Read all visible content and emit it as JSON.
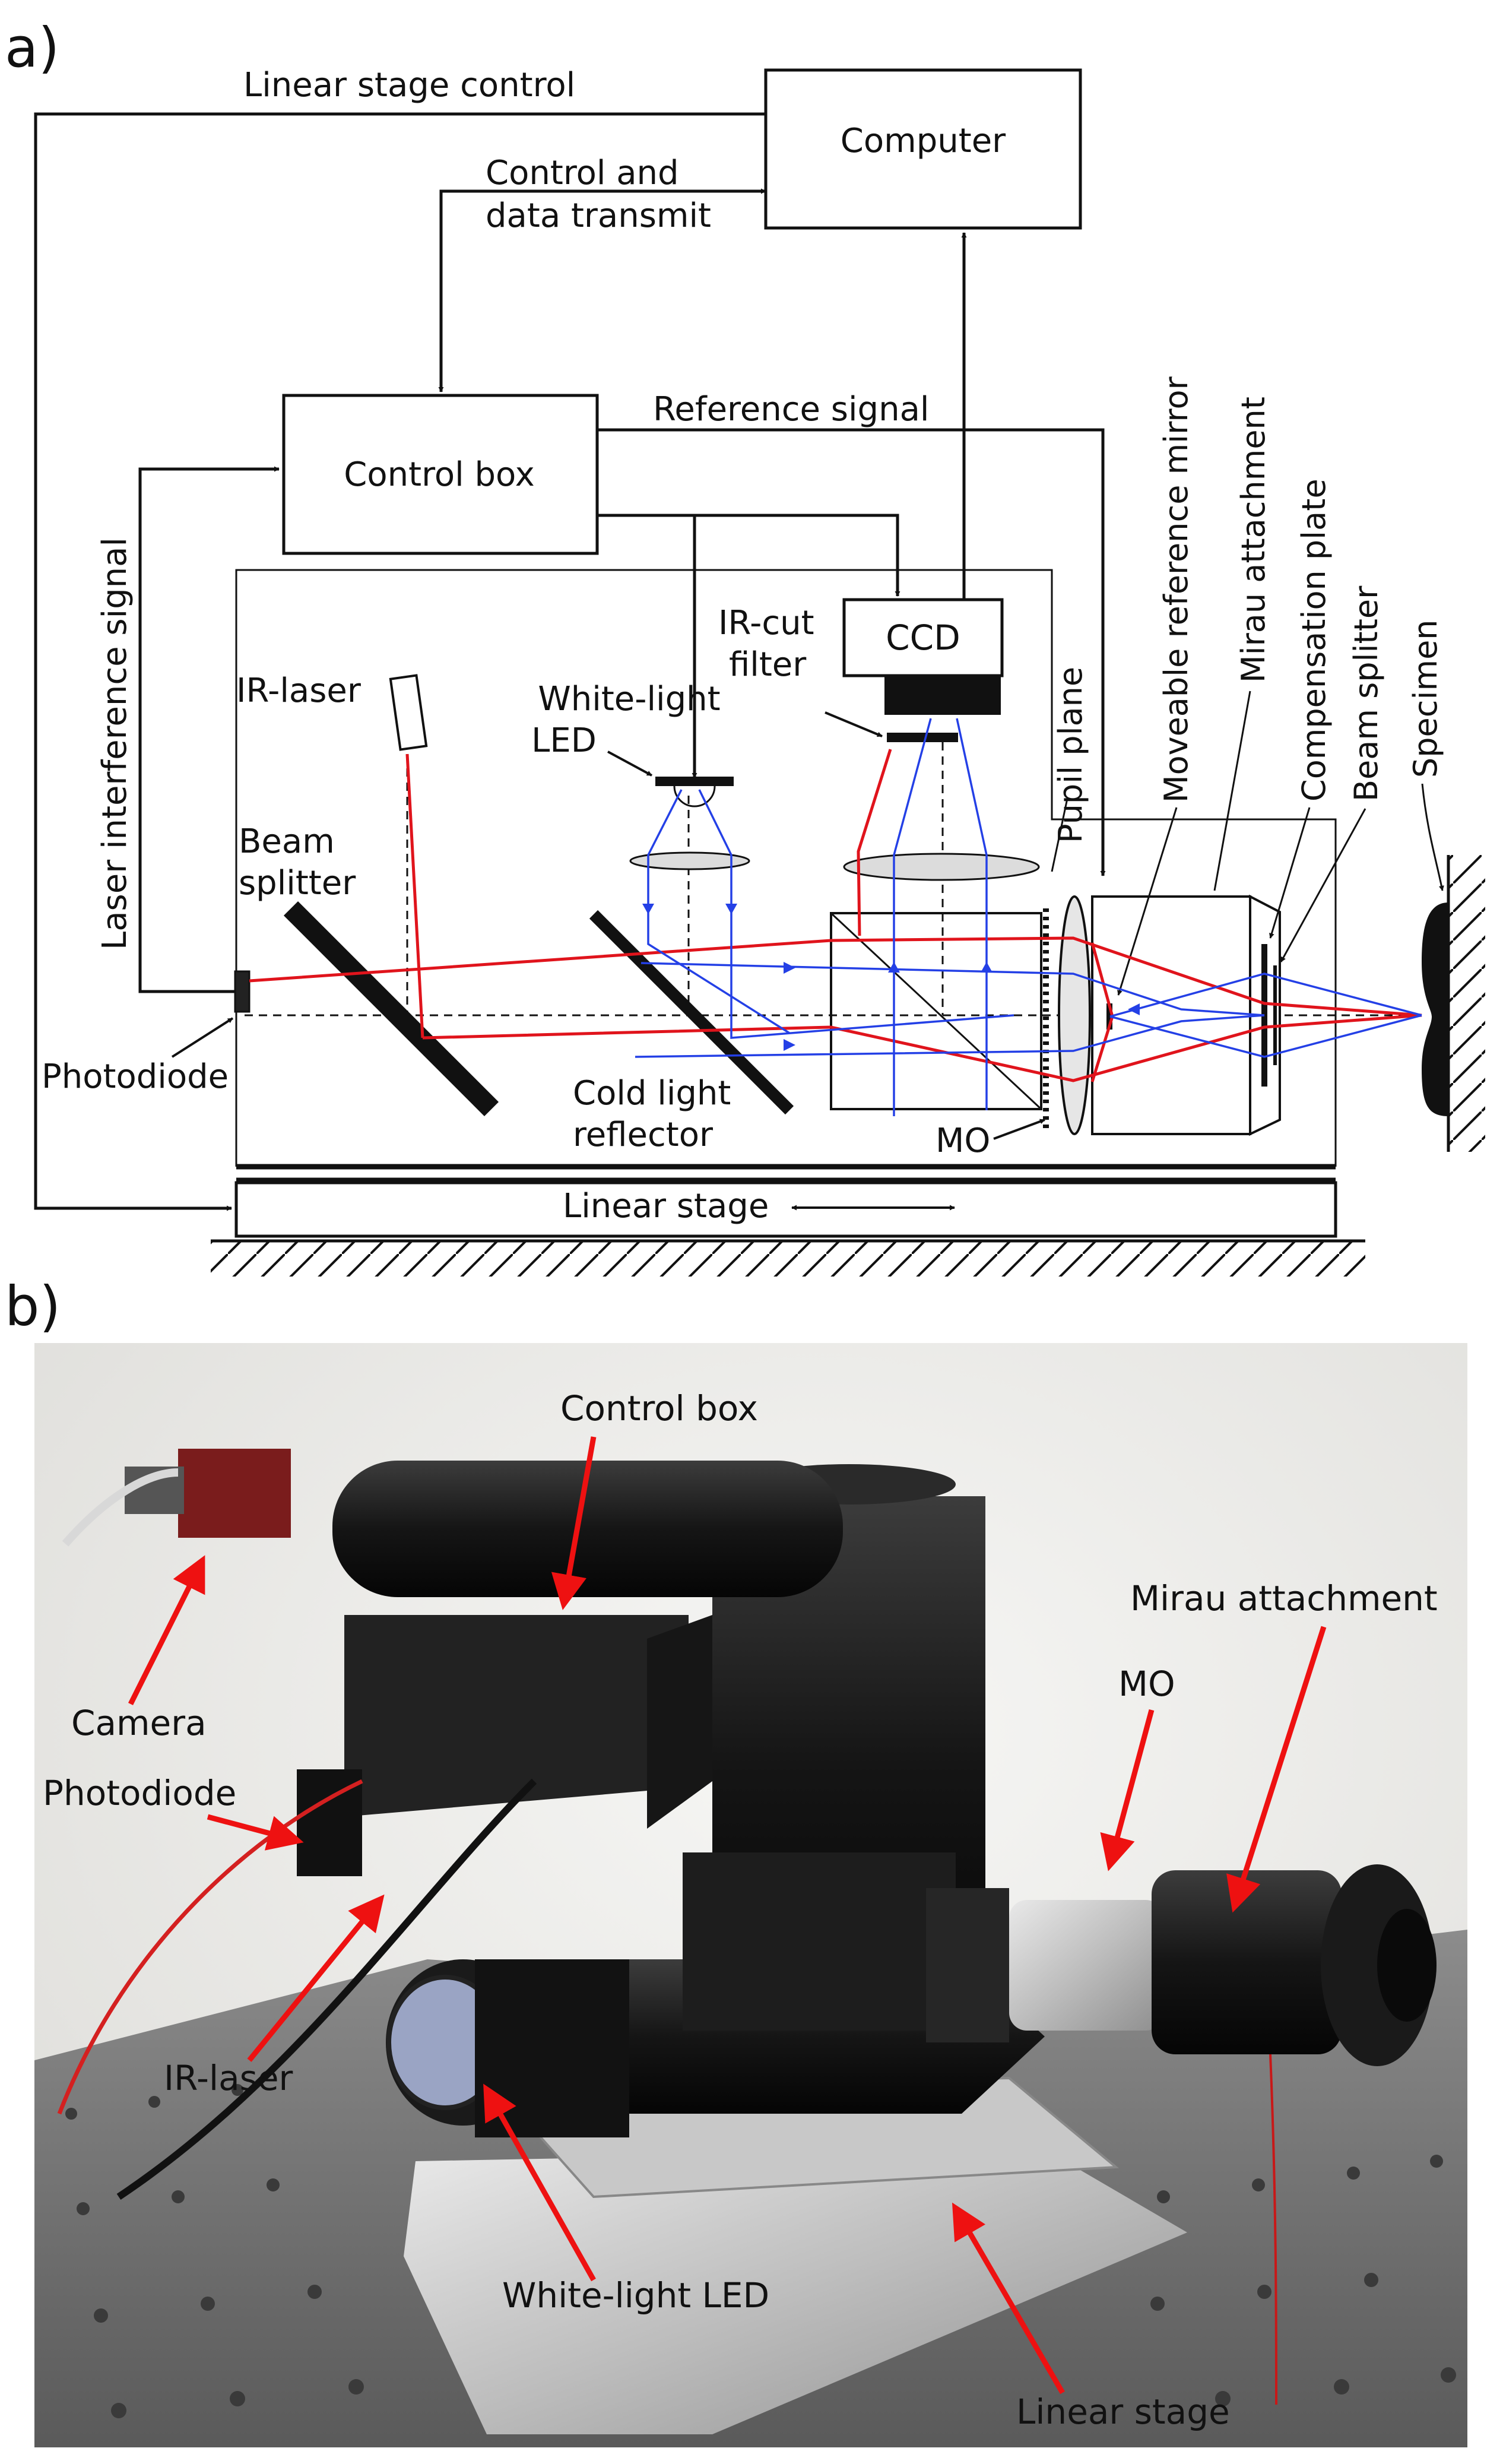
{
  "panels": {
    "a": "a)",
    "b": "b)"
  },
  "diagram": {
    "computer": "Computer",
    "control_box": "Control box",
    "ccd": "CCD",
    "linear_stage": "Linear stage",
    "linear_stage_control": "Linear stage control",
    "control_data_line1": "Control and",
    "control_data_line2": "data transmit",
    "reference_signal": "Reference signal",
    "laser_interference_signal": "Laser interference signal",
    "ir_laser": "IR-laser",
    "beam_splitter_left_line1": "Beam",
    "beam_splitter_left_line2": "splitter",
    "photodiode": "Photodiode",
    "white_light_led_line1": "White-light",
    "white_light_led_line2": "LED",
    "cold_light_line1": "Cold light",
    "cold_light_line2": "reflector",
    "ir_cut_line1": "IR-cut",
    "ir_cut_line2": "filter",
    "mo": "MO",
    "pupil_plane": "Pupil plane",
    "moveable_reference_mirror": "Moveable reference mirror",
    "mirau_attachment": "Mirau attachment",
    "compensation_plate": "Compensation plate",
    "beam_splitter_right": "Beam splitter",
    "specimen": "Specimen"
  },
  "photo": {
    "control_box": "Control box",
    "mirau_attachment": "Mirau attachment",
    "mo": "MO",
    "camera": "Camera",
    "photodiode": "Photodiode",
    "ir_laser": "IR-laser",
    "white_light_led": "White-light LED",
    "linear_stage": "Linear stage"
  },
  "colors": {
    "laser_ray": "#e0141c",
    "white_ray": "#2440e6",
    "arrow_annotation": "#ee1111",
    "line": "#111111"
  }
}
